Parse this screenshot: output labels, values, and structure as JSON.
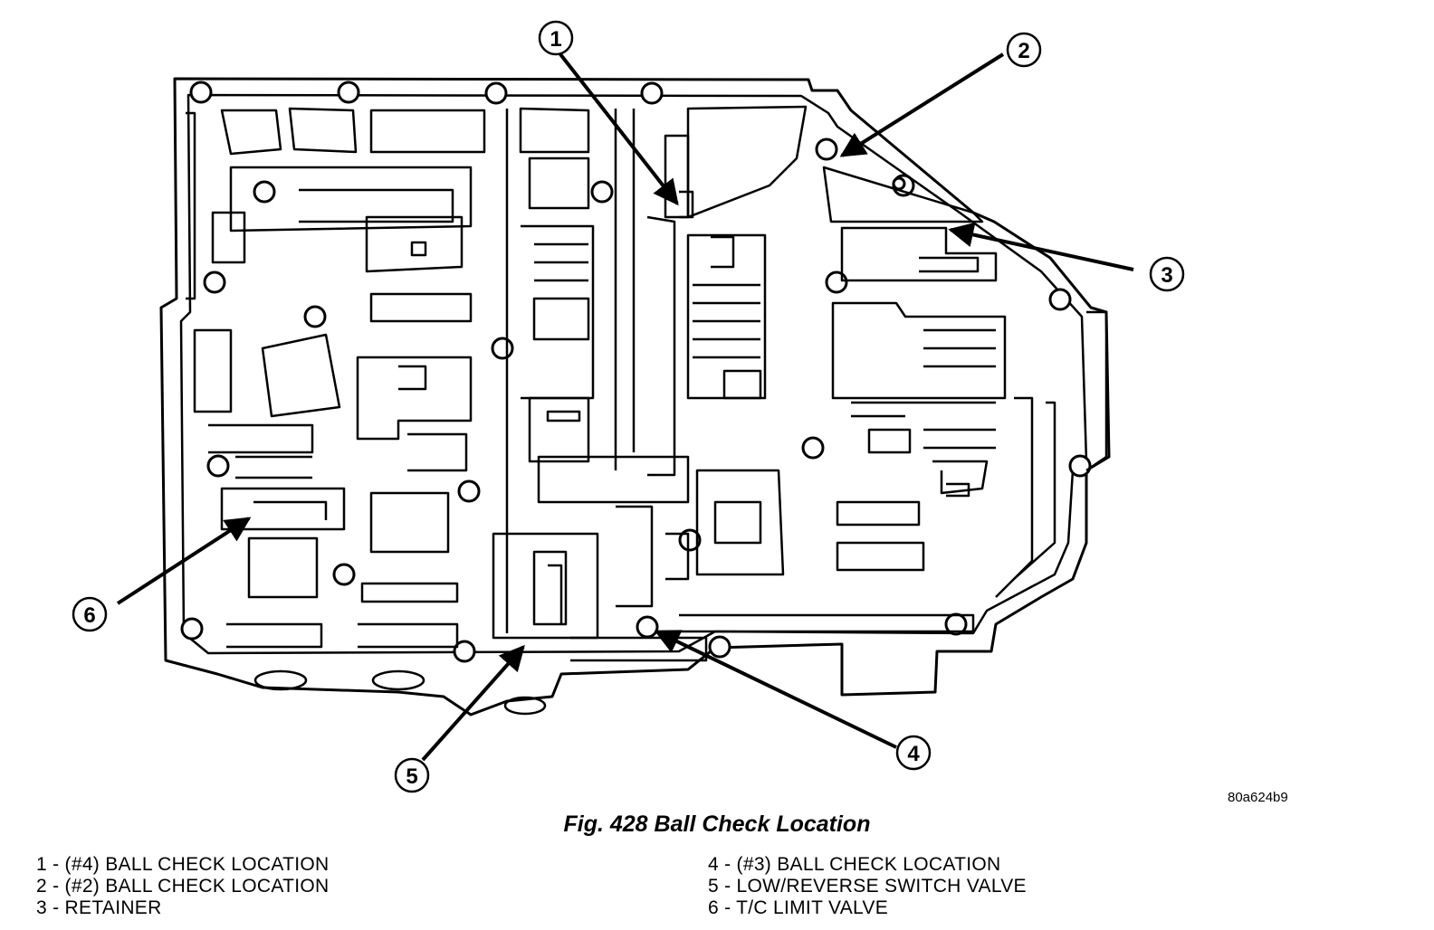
{
  "figure": {
    "drawing_code": "80a624b9",
    "caption": "Fig. 428 Ball Check Location"
  },
  "callouts": [
    {
      "num": "1"
    },
    {
      "num": "2"
    },
    {
      "num": "3"
    },
    {
      "num": "4"
    },
    {
      "num": "5"
    },
    {
      "num": "6"
    }
  ],
  "legend": {
    "left": [
      "1 - (#4) BALL CHECK LOCATION",
      "2 - (#2) BALL CHECK LOCATION",
      "3 - RETAINER"
    ],
    "right": [
      "4 - (#3) BALL CHECK LOCATION",
      "5 - LOW/REVERSE SWITCH VALVE",
      "6 - T/C LIMIT VALVE"
    ]
  }
}
